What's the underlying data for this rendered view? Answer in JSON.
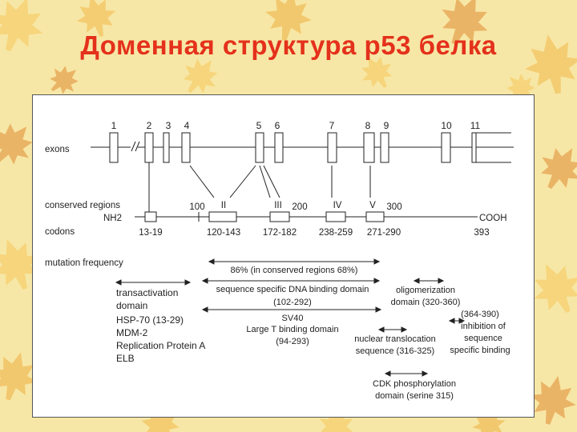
{
  "title": "Доменная структура р53 белка",
  "colors": {
    "title": "#e4311b",
    "background": "#f7e7a6",
    "leaf_light": "#f6c75a",
    "leaf_dark": "#e08a32"
  },
  "icons": [
    "maple-leaf-icon"
  ],
  "diagram": {
    "row_labels": {
      "exons": "exons",
      "conserved_regions": "conserved regions",
      "codons": "codons",
      "mutation_frequency": "mutation frequency"
    },
    "exons": [
      {
        "label": "1"
      },
      {
        "label": "2"
      },
      {
        "label": "3"
      },
      {
        "label": "4"
      },
      {
        "label": "5"
      },
      {
        "label": "6"
      },
      {
        "label": "7"
      },
      {
        "label": "8"
      },
      {
        "label": "9"
      },
      {
        "label": "10"
      },
      {
        "label": "11"
      }
    ],
    "conserved_regions": [
      {
        "label": "II",
        "codons": "120-143"
      },
      {
        "label": "III",
        "codons": "172-182"
      },
      {
        "label": "IV",
        "codons": "238-259"
      },
      {
        "label": "V",
        "codons": "271-290"
      }
    ],
    "codon_first_region": "13-19",
    "codon_marks": {
      "m100": "100",
      "m200": "200",
      "m300": "300"
    },
    "termini": {
      "n": "NH2",
      "c": "COOH",
      "c_codon": "393"
    },
    "mutation_text": "86% (in conserved regions 68%)",
    "domains": {
      "transactivation": {
        "line1": "transactivation",
        "line2": "domain"
      },
      "binders": [
        "HSP-70 (13-29)",
        "MDM-2",
        "Replication Protein A",
        "ELB"
      ],
      "dna_binding": {
        "line1": "sequence specific DNA binding domain",
        "line2": "(102-292)"
      },
      "sv40": {
        "line1": "SV40",
        "line2": "Large T binding domain",
        "line3": "(94-293)"
      },
      "oligomerization": {
        "line1": "oligomerization",
        "line2": "domain (320-360)"
      },
      "nuclear": {
        "line1": "nuclear translocation",
        "line2": "sequence (316-325)"
      },
      "inhibition": {
        "line1": "(364-390)",
        "line2": "inhibition of",
        "line3": "sequence",
        "line4": "specific binding"
      },
      "cdk": {
        "line1": "CDK phosphorylation",
        "line2": "domain (serine 315)"
      }
    }
  }
}
